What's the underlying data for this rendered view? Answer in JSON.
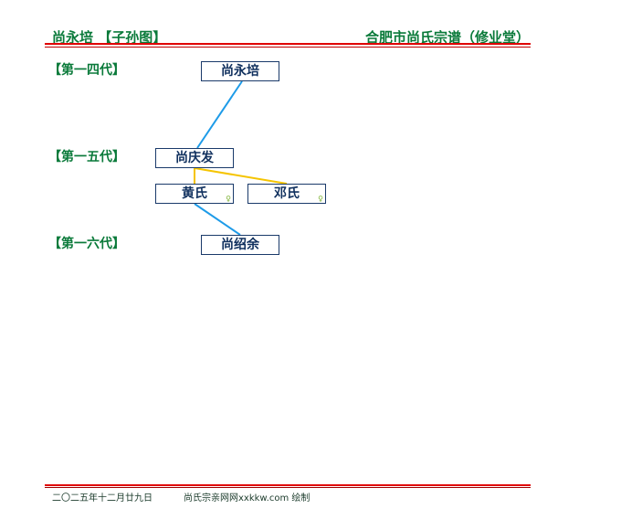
{
  "header": {
    "title": "尚永培 【子孙图】",
    "org": "合肥市尚氏宗谱（修业堂）"
  },
  "generations": [
    "【第一四代】",
    "【第一五代】",
    "【第一六代】"
  ],
  "persons": {
    "p1": "尚永培",
    "p2": "尚庆发",
    "w1": "黄氏",
    "w2": "邓氏",
    "p3": "尚绍余"
  },
  "female_symbol": "♀",
  "footer": {
    "date": "二〇二五年十二月廿九日",
    "credit": "尚氏宗亲网网xxkkw.com 绘制"
  },
  "colors": {
    "green": "#0a7a3a",
    "red": "#e00000",
    "parent_line": "#1e9be8",
    "spouse_line": "#f5c400"
  }
}
